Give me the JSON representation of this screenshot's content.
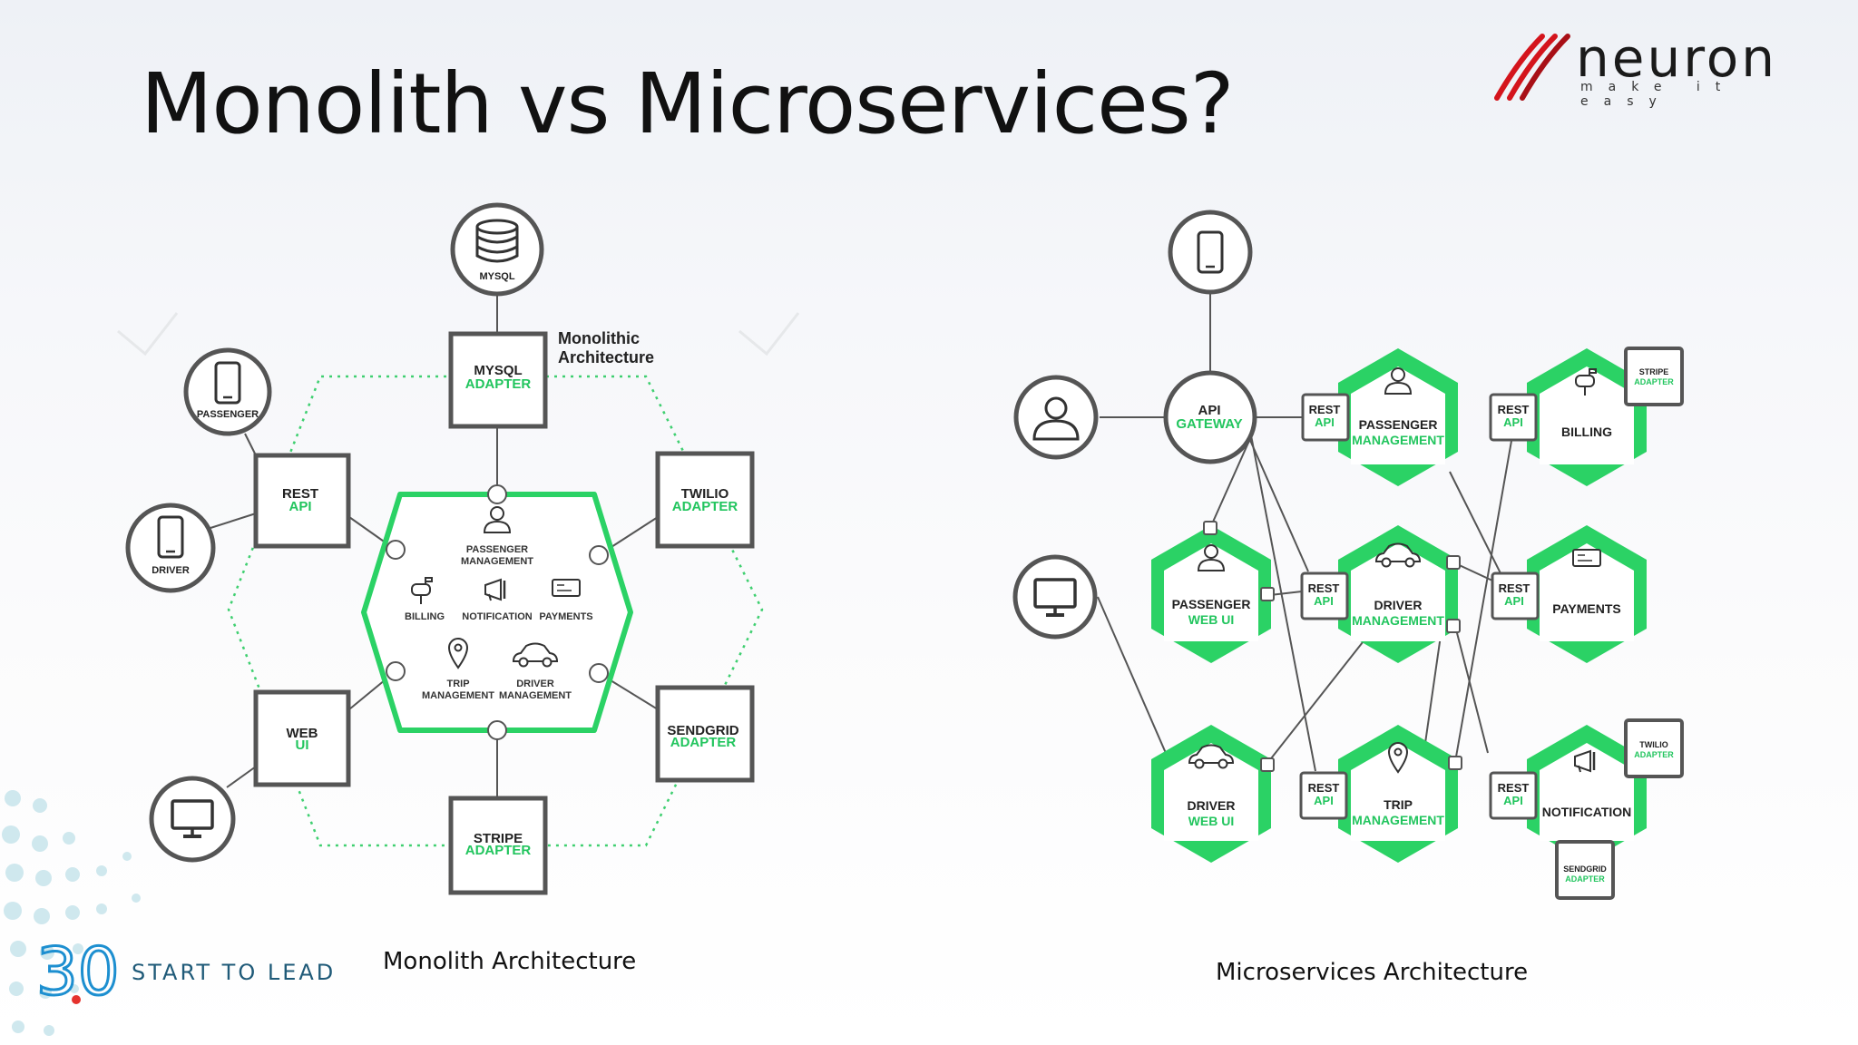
{
  "slide": {
    "title": "Monolith vs Microservices?",
    "captions": {
      "monolith": "Monolith Architecture",
      "microservices": "Microservices Architecture"
    }
  },
  "brand": {
    "logo_word": "neuron",
    "logo_tagline": "make it easy",
    "badge_number": "30",
    "tagline": "START TO LEAD"
  },
  "colors": {
    "accent_green": "#2bd265",
    "border_gray": "#555555",
    "logo_red": "#d4141c"
  },
  "monolith": {
    "heading": [
      "Monolithic",
      "Architecture"
    ],
    "nodes": {
      "mysql": "MYSQL",
      "passenger": "PASSENGER",
      "driver": "DRIVER",
      "mysql_adapter": [
        "MYSQL",
        "ADAPTER"
      ],
      "rest_api": [
        "REST",
        "API"
      ],
      "web_ui": [
        "WEB",
        "UI"
      ],
      "twilio_adapter": [
        "TWILIO",
        "ADAPTER"
      ],
      "sendgrid_adapter": [
        "SENDGRID",
        "ADAPTER"
      ],
      "stripe_adapter": [
        "STRIPE",
        "ADAPTER"
      ]
    },
    "modules": {
      "passenger_management": [
        "PASSENGER",
        "MANAGEMENT"
      ],
      "billing": "BILLING",
      "notification": "NOTIFICATION",
      "payments": "PAYMENTS",
      "trip_management": [
        "TRIP",
        "MANAGEMENT"
      ],
      "driver_management": [
        "DRIVER",
        "MANAGEMENT"
      ]
    }
  },
  "microservices": {
    "api_gateway": [
      "API",
      "GATEWAY"
    ],
    "rest_api": [
      "REST",
      "API"
    ],
    "services": {
      "passenger_management": [
        "PASSENGER",
        "MANAGEMENT"
      ],
      "billing": "BILLING",
      "passenger_web_ui": [
        "PASSENGER",
        "WEB UI"
      ],
      "driver_management": [
        "DRIVER",
        "MANAGEMENT"
      ],
      "payments": "PAYMENTS",
      "driver_web_ui": [
        "DRIVER",
        "WEB UI"
      ],
      "trip_management": [
        "TRIP",
        "MANAGEMENT"
      ],
      "notification": "NOTIFICATION"
    },
    "adapters": {
      "stripe": [
        "STRIPE",
        "ADAPTER"
      ],
      "twilio": [
        "TWILIO",
        "ADAPTER"
      ],
      "sendgrid": [
        "SENDGRID",
        "ADAPTER"
      ]
    }
  }
}
